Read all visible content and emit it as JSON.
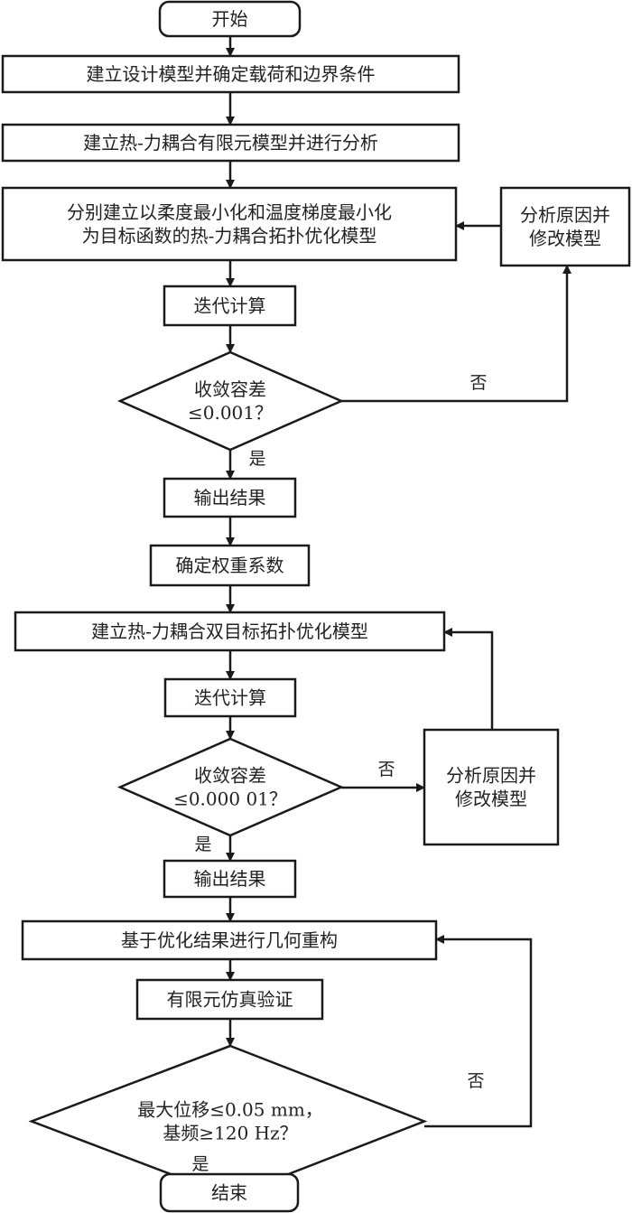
{
  "diagram": {
    "type": "flowchart",
    "colors": {
      "stroke": "#1a1a1a",
      "text": "#222222",
      "background": "#ffffff"
    },
    "nodes": {
      "start": {
        "shape": "terminal",
        "lines": [
          "开始"
        ]
      },
      "build_design_model": {
        "shape": "process",
        "lines": [
          "建立设计模型并确定载荷和边界条件"
        ]
      },
      "build_fe_model": {
        "shape": "process",
        "lines": [
          "建立热-力耦合有限元模型并进行分析"
        ]
      },
      "build_single_obj_model": {
        "shape": "process",
        "lines": [
          "分别建立以柔度最小化和温度梯度最小化",
          "为目标函数的热-力耦合拓扑优化模型"
        ]
      },
      "revise_model_1": {
        "shape": "process",
        "lines": [
          "分析原因并",
          "修改模型"
        ]
      },
      "iterate_1": {
        "shape": "process",
        "lines": [
          "迭代计算"
        ]
      },
      "converge_1": {
        "shape": "decision",
        "lines": [
          "收敛容差",
          "≤0.001？"
        ]
      },
      "output_1": {
        "shape": "process",
        "lines": [
          "输出结果"
        ]
      },
      "weights": {
        "shape": "process",
        "lines": [
          "确定权重系数"
        ]
      },
      "build_dual_obj_model": {
        "shape": "process",
        "lines": [
          "建立热-力耦合双目标拓扑优化模型"
        ]
      },
      "iterate_2": {
        "shape": "process",
        "lines": [
          "迭代计算"
        ]
      },
      "converge_2": {
        "shape": "decision",
        "lines": [
          "收敛容差",
          "≤0.000 01？"
        ]
      },
      "revise_model_2": {
        "shape": "process",
        "lines": [
          "分析原因并",
          "修改模型"
        ]
      },
      "output_2": {
        "shape": "process",
        "lines": [
          "输出结果"
        ]
      },
      "geometry_rebuild": {
        "shape": "process",
        "lines": [
          "基于优化结果进行几何重构"
        ]
      },
      "fe_verify": {
        "shape": "process",
        "lines": [
          "有限元仿真验证"
        ]
      },
      "check_requirements": {
        "shape": "decision",
        "lines": [
          "最大位移≤0.05 mm，",
          "基频≥120 Hz？"
        ]
      },
      "end": {
        "shape": "terminal",
        "lines": [
          "结束"
        ]
      }
    },
    "edges": [
      {
        "from": "start",
        "to": "build_design_model",
        "label": ""
      },
      {
        "from": "build_design_model",
        "to": "build_fe_model",
        "label": ""
      },
      {
        "from": "build_fe_model",
        "to": "build_single_obj_model",
        "label": ""
      },
      {
        "from": "build_single_obj_model",
        "to": "iterate_1",
        "label": ""
      },
      {
        "from": "iterate_1",
        "to": "converge_1",
        "label": ""
      },
      {
        "from": "converge_1",
        "to": "revise_model_1",
        "label": "否"
      },
      {
        "from": "revise_model_1",
        "to": "build_single_obj_model",
        "label": ""
      },
      {
        "from": "converge_1",
        "to": "output_1",
        "label": "是"
      },
      {
        "from": "output_1",
        "to": "weights",
        "label": ""
      },
      {
        "from": "weights",
        "to": "build_dual_obj_model",
        "label": ""
      },
      {
        "from": "build_dual_obj_model",
        "to": "iterate_2",
        "label": ""
      },
      {
        "from": "iterate_2",
        "to": "converge_2",
        "label": ""
      },
      {
        "from": "converge_2",
        "to": "revise_model_2",
        "label": "否"
      },
      {
        "from": "revise_model_2",
        "to": "build_dual_obj_model",
        "label": ""
      },
      {
        "from": "converge_2",
        "to": "output_2",
        "label": "是"
      },
      {
        "from": "output_2",
        "to": "geometry_rebuild",
        "label": ""
      },
      {
        "from": "geometry_rebuild",
        "to": "fe_verify",
        "label": ""
      },
      {
        "from": "fe_verify",
        "to": "check_requirements",
        "label": ""
      },
      {
        "from": "check_requirements",
        "to": "geometry_rebuild",
        "label": "否"
      },
      {
        "from": "check_requirements",
        "to": "end",
        "label": "是"
      }
    ],
    "labels": {
      "yes": "是",
      "no": "否"
    }
  }
}
